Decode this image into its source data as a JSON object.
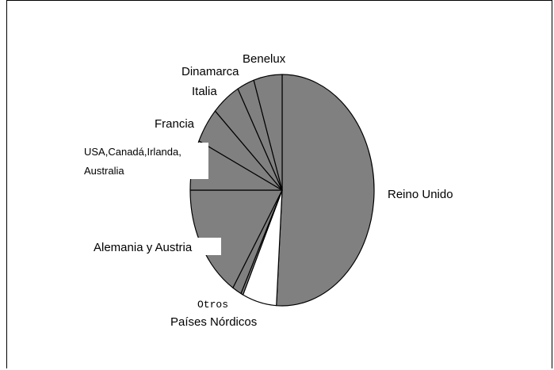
{
  "chart_data": {
    "type": "pie",
    "title": "",
    "slices": [
      {
        "label": "Reino Unido",
        "value": 51.0,
        "color": "#808080"
      },
      {
        "label": "Países Nórdicos",
        "value": 6.0,
        "color": "#ffffff"
      },
      {
        "label": "Otros",
        "value": 0.4,
        "color": "#808080"
      },
      {
        "label": "",
        "value": 1.6,
        "color": "#808080"
      },
      {
        "label": "Alemania y Austria",
        "value": 16.0,
        "color": "#808080"
      },
      {
        "label": "USA,Canadá,Irlanda, Australia",
        "value": 7.0,
        "color": "#808080"
      },
      {
        "label": "Francia",
        "value": 5.0,
        "color": "#808080"
      },
      {
        "label": "Italia",
        "value": 5.0,
        "color": "#808080"
      },
      {
        "label": "Dinamarca",
        "value": 3.0,
        "color": "#808080"
      },
      {
        "label": "Benelux",
        "value": 5.0,
        "color": "#808080"
      }
    ],
    "labels": {
      "reino_unido": "Reino Unido",
      "paises_nordicos": "Países Nórdicos",
      "otros": "Otros",
      "alemania": "Alemania y Austria",
      "usa_line1": "USA,Canadá,Irlanda,",
      "usa_line2": "Australia",
      "francia": "Francia",
      "italia": "Italia",
      "dinamarca": "Dinamarca",
      "benelux": "Benelux"
    },
    "legend": "none"
  }
}
